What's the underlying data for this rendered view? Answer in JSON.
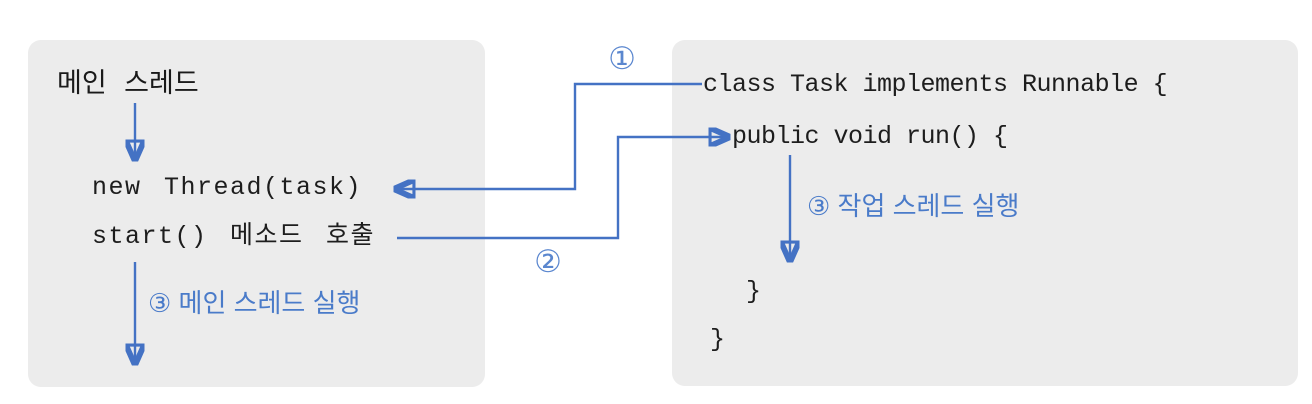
{
  "diagram": {
    "description_left_panel": "main thread flow",
    "description_right_panel": "Runnable task code"
  },
  "left_panel": {
    "title": "메인 스레드",
    "code_line1": "new Thread(task)",
    "code_line2": "start() 메소드 호출",
    "flow_label": "③ 메인 스레드 실행"
  },
  "right_panel": {
    "code_line1": "class Task implements Runnable {",
    "code_line2": "public void run() {",
    "flow_label": "③ 작업 스레드 실행",
    "close_brace_inner": "}",
    "close_brace_outer": "}"
  },
  "connectors": {
    "step1_badge": "①",
    "step2_badge": "②"
  },
  "colors": {
    "accent_blue": "#4472c4",
    "label_blue": "#4a7bc9",
    "badge_blue": "#5b87cf",
    "panel_background": "#ececec",
    "code_text": "#1d1d1d"
  }
}
